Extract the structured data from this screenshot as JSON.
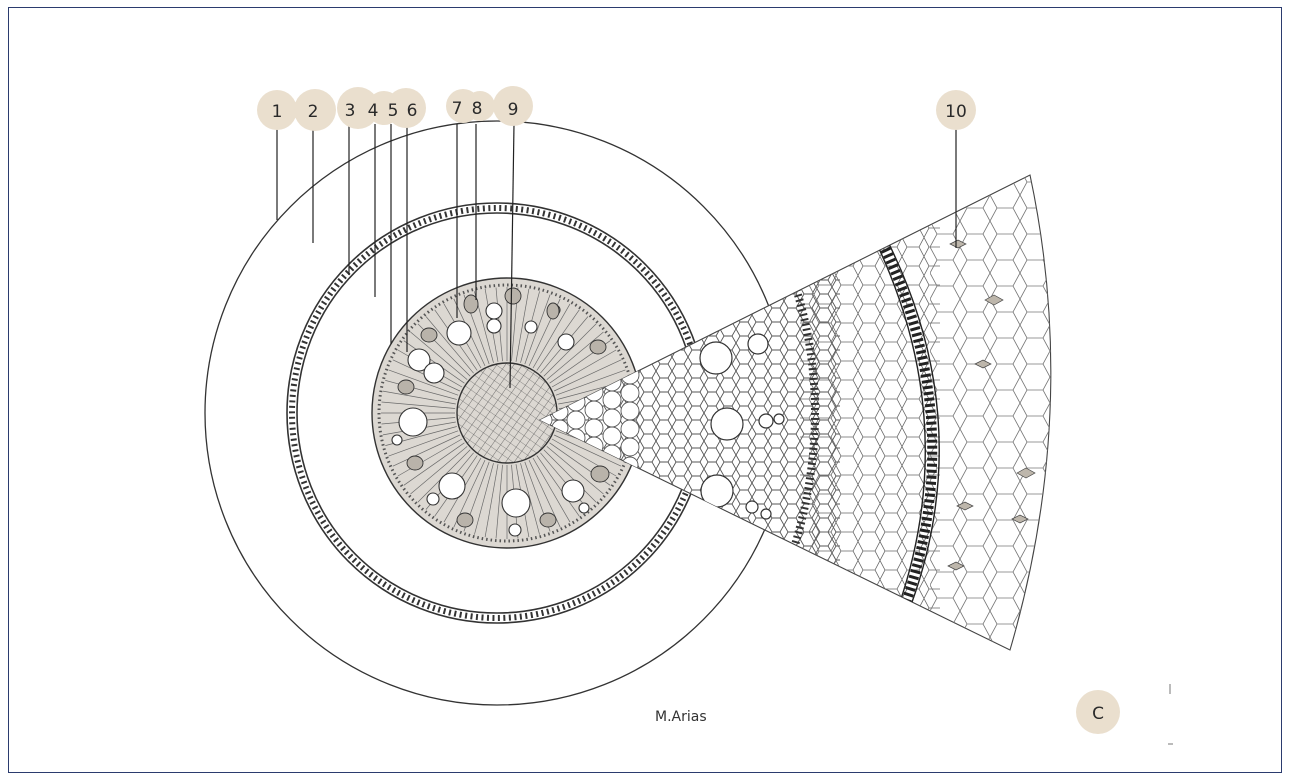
{
  "labels": [
    {
      "id": "label-1",
      "text": "1"
    },
    {
      "id": "label-2",
      "text": "2"
    },
    {
      "id": "label-3",
      "text": "3"
    },
    {
      "id": "label-4",
      "text": "4"
    },
    {
      "id": "label-5",
      "text": "5"
    },
    {
      "id": "label-6",
      "text": "6"
    },
    {
      "id": "label-7",
      "text": "7"
    },
    {
      "id": "label-8",
      "text": "8"
    },
    {
      "id": "label-9",
      "text": "9"
    },
    {
      "id": "label-10",
      "text": "10"
    }
  ],
  "signature": "M.Arias",
  "panel_letter": "C",
  "colors": {
    "frame_border": "#2b3b6e",
    "label_disc": "#eadfce",
    "ink": "#2a2a2a",
    "stele_fill": "#dcd8d2"
  }
}
